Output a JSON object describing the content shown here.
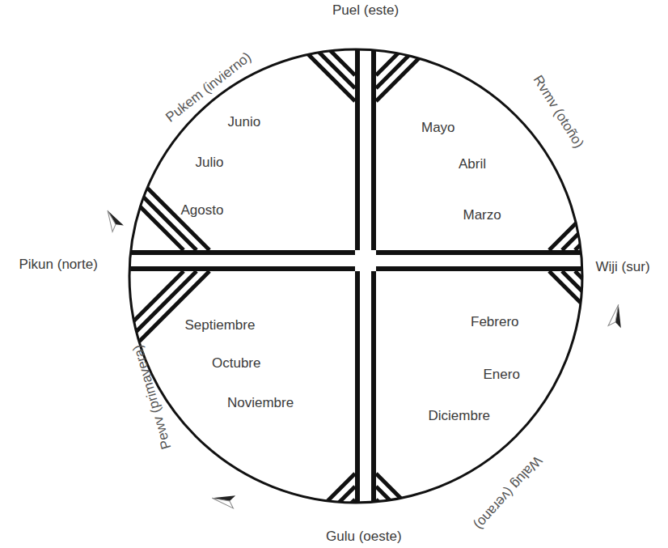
{
  "diagram": {
    "labels": [
      "Puel (este)",
      "Pukem (invierno)",
      "Rvmv (otoño)",
      "Junio",
      "Julio",
      "Agosto",
      "Mayo",
      "Abril",
      "Marzo",
      "Pikun (norte)",
      "Wiji (sur)",
      "Septiembre",
      "Octubre",
      "Noviembre",
      "Febrero",
      "Enero",
      "Diciembre",
      "Pewv (primavera)",
      "Walug (verano)",
      "Gulu (oeste)"
    ]
  }
}
